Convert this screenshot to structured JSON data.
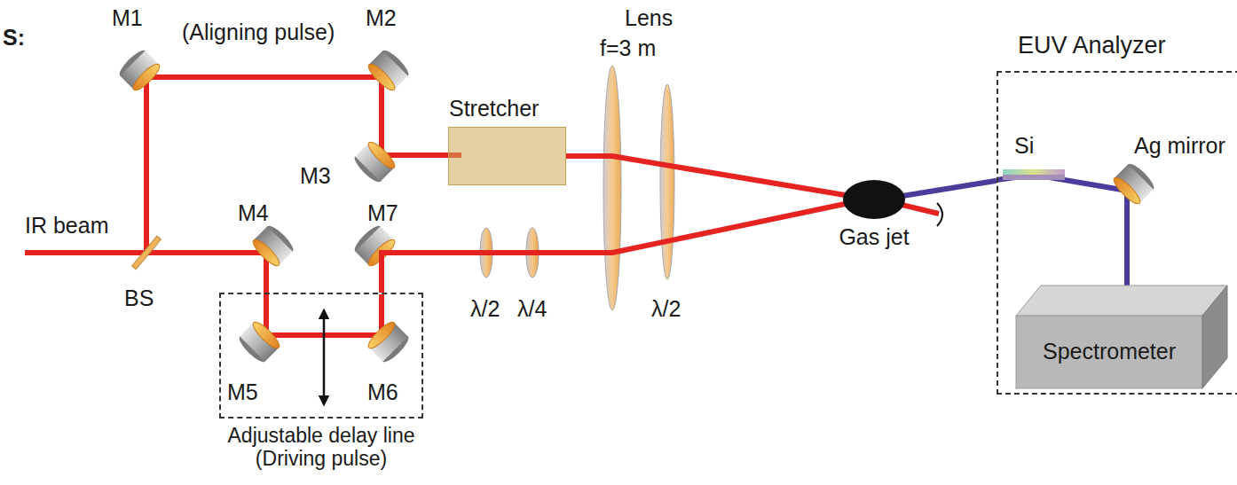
{
  "diagram": {
    "nodes": [
      {
        "text": [
          "Stretcher"
        ]
      },
      {
        "text": [
          "Adjustable delay line (Driving pulse)"
        ]
      },
      {
        "text": [
          "Gas jet"
        ]
      },
      {
        "text": [
          "EUV Analyzer"
        ]
      },
      {
        "text": [
          "Spectrometer"
        ],
        "in": 3
      }
    ],
    "edges": [
      {
        "from": 0,
        "to": 2,
        "arrow": "none"
      },
      {
        "from": 1,
        "to": 2,
        "arrow": "none"
      },
      {
        "from": 2,
        "to": 3,
        "arrow": "none"
      }
    ],
    "labels": [
      "S:",
      "M1",
      "(Aligning pulse)",
      "M2",
      "Lens",
      "f=3 m",
      "M3",
      "IR beam",
      "M4",
      "M7",
      "BS",
      "λ/2",
      "λ/4",
      "λ/2",
      "M5",
      "M6",
      "Si",
      "Ag mirror"
    ]
  }
}
